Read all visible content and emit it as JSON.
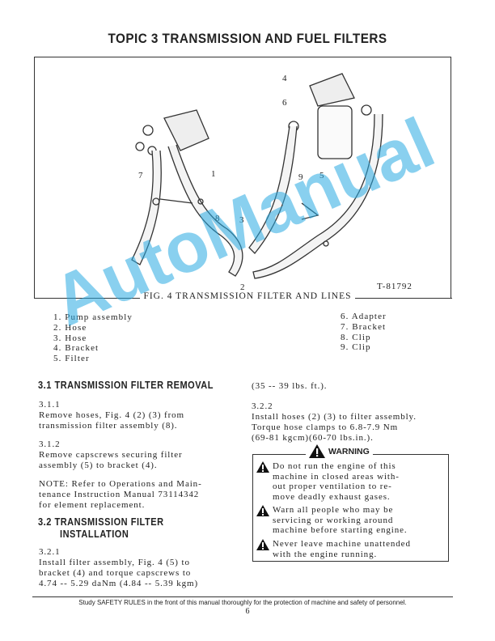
{
  "title": "TOPIC 3 TRANSMISSION AND FUEL FILTERS",
  "figure": {
    "caption": "FIG. 4  TRANSMISSION FILTER AND LINES",
    "drawing_number": "T-81792",
    "callouts": [
      "1",
      "2",
      "3",
      "4",
      "5",
      "6",
      "7",
      "8",
      "9"
    ],
    "parts_left": [
      "1.  Pump assembly",
      "2.  Hose",
      "3.  Hose",
      "4.  Bracket",
      "5.  Filter"
    ],
    "parts_right": [
      "6.  Adapter",
      "7.  Bracket",
      "8.  Clip",
      "9.  Clip"
    ]
  },
  "section_31": {
    "heading": "3.1 TRANSMISSION FILTER REMOVAL",
    "steps": [
      {
        "num": "3.1.1",
        "text": "Remove hoses, Fig. 4 (2) (3) from\ntransmission filter assembly (8)."
      },
      {
        "num": "3.1.2",
        "text": "Remove capscrews securing filter\nassembly (5) to bracket (4)."
      }
    ],
    "note": "NOTE: Refer to Operations and Main-\ntenance Instruction Manual 73114342\nfor element replacement."
  },
  "section_32": {
    "heading_line1": "3.2 TRANSMISSION FILTER",
    "heading_line2": "INSTALLATION",
    "step1_num": "3.2.1",
    "step1_text": "Install filter assembly, Fig. 4 (5) to\nbracket (4) and torque capscrews to\n4.74 -- 5.29 daNm (4.84 -- 5.39 kgm)",
    "step1_cont": "(35 -- 39 lbs. ft.).",
    "step2_num": "3.2.2",
    "step2_text": "Install hoses (2) (3) to filter assembly.\nTorque hose clamps to 6.8-7.9 Nm\n(69-81 kgcm)(60-70 lbs.in.)."
  },
  "warning": {
    "label": "WARNING",
    "items": [
      "Do not run the engine of this\nmachine in closed areas with-\nout proper ventilation to re-\nmove deadly exhaust gases.",
      "Warn all people who may be\nservicing or working around\nmachine before starting engine.",
      "Never leave machine unattended\nwith the engine running."
    ]
  },
  "footer": "Study SAFETY RULES in the front of this manual thoroughly for the protection of machine and safety of personnel.",
  "page_number": "6",
  "watermark": "AutoManual"
}
